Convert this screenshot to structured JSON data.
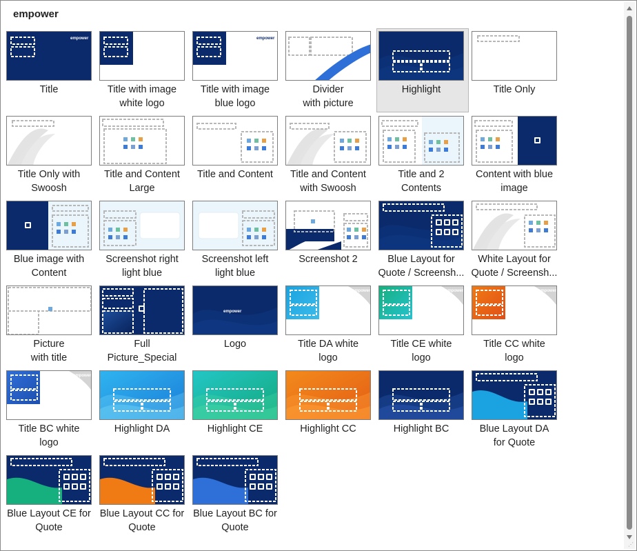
{
  "group": {
    "title": "empower"
  },
  "layouts": [
    {
      "label": "Title",
      "theme": "title"
    },
    {
      "label": "Title with image\nwhite logo",
      "theme": "title-img-white"
    },
    {
      "label": "Title with image\nblue logo",
      "theme": "title-img-blue"
    },
    {
      "label": "Divider\nwith picture",
      "theme": "divider"
    },
    {
      "label": "Highlight",
      "theme": "highlight",
      "selected": true
    },
    {
      "label": "Title Only",
      "theme": "title-only"
    },
    {
      "label": "Title Only with\nSwoosh",
      "theme": "title-only-swoosh"
    },
    {
      "label": "Title and Content\nLarge",
      "theme": "tc-large"
    },
    {
      "label": "Title and Content",
      "theme": "tc"
    },
    {
      "label": "Title and Content\nwith Swoosh",
      "theme": "tc-swoosh"
    },
    {
      "label": "Title and 2\nContents",
      "theme": "t2c"
    },
    {
      "label": "Content with blue\nimage",
      "theme": "content-blue-img"
    },
    {
      "label": "Blue image with\nContent",
      "theme": "blue-img-content"
    },
    {
      "label": "Screenshot right\nlight blue",
      "theme": "shot-right"
    },
    {
      "label": "Screenshot left\nlight blue",
      "theme": "shot-left"
    },
    {
      "label": "Screenshot 2",
      "theme": "shot2"
    },
    {
      "label": "Blue Layout for\nQuote / Screensh...",
      "theme": "blue-quote"
    },
    {
      "label": "White Layout for\nQuote / Screensh...",
      "theme": "white-quote"
    },
    {
      "label": "Picture\nwith title",
      "theme": "picture-title"
    },
    {
      "label": "Full\nPicture_Special",
      "theme": "full-picture"
    },
    {
      "label": "Logo",
      "theme": "logo"
    },
    {
      "label": "Title DA white\nlogo",
      "theme": "da-white"
    },
    {
      "label": "Title CE white\nlogo",
      "theme": "ce-white"
    },
    {
      "label": "Title CC white\nlogo",
      "theme": "cc-white"
    },
    {
      "label": "Title BC white\nlogo",
      "theme": "bc-white"
    },
    {
      "label": "Highlight DA",
      "theme": "hl-da"
    },
    {
      "label": "Highlight CE",
      "theme": "hl-ce"
    },
    {
      "label": "Highlight CC",
      "theme": "hl-cc"
    },
    {
      "label": "Highlight BC",
      "theme": "hl-bc"
    },
    {
      "label": "Blue Layout DA\nfor Quote",
      "theme": "quote-da"
    },
    {
      "label": "Blue Layout CE for\nQuote",
      "theme": "quote-ce"
    },
    {
      "label": "Blue Layout CC for\nQuote",
      "theme": "quote-cc"
    },
    {
      "label": "Blue Layout BC for\nQuote",
      "theme": "quote-bc"
    }
  ],
  "logo_text": "empower",
  "colors": {
    "navy": "#0b2a6b",
    "navy_dark": "#08215a",
    "light_blue": "#eaf6fb",
    "da_cyan": "#1aa3e0",
    "ce_green": "#16b07e",
    "cc_orange": "#f07a14",
    "bc_blue": "#2f6fd8",
    "placeholder": "#b7b7b7",
    "selected_bg": "#e6e6e6"
  }
}
